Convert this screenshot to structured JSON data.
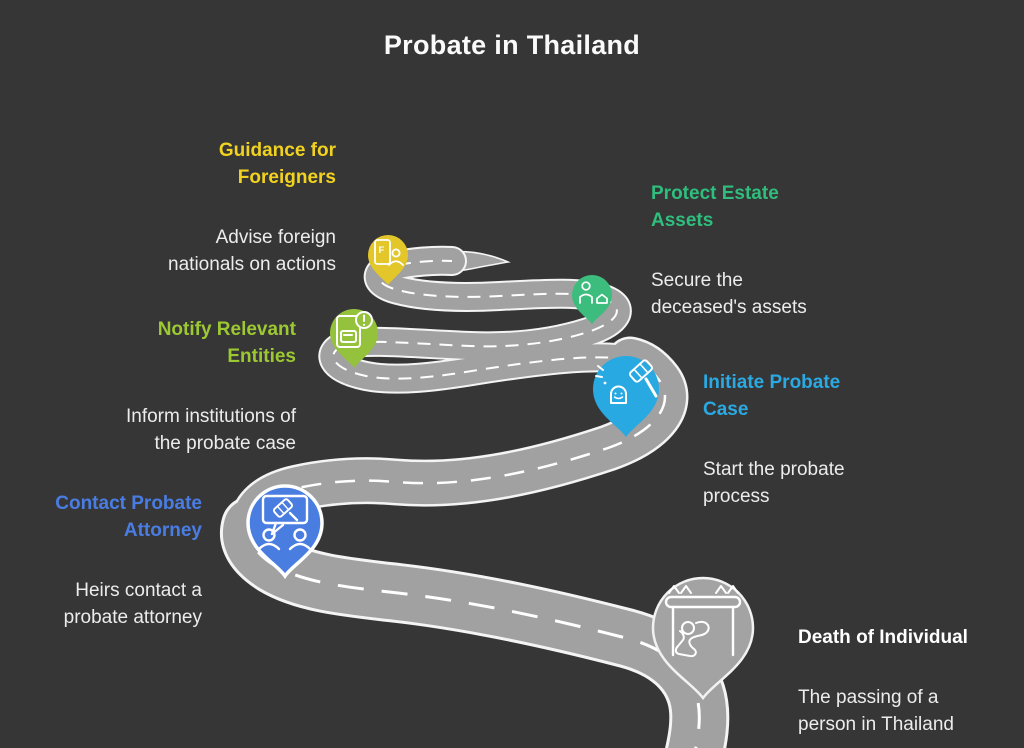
{
  "title": "Probate in Thailand",
  "background_color": "#363636",
  "road": {
    "surface_color": "#a1a1a1",
    "edge_color": "#f4f4f4",
    "dash_color": "#ffffff"
  },
  "steps": [
    {
      "name": "death-of-individual",
      "title": "Death of Individual",
      "description": "The passing of a\nperson in Thailand",
      "accent_color": "#ffffff",
      "pin_color": "#a3a3a3",
      "icon": "chalk-outline-icon"
    },
    {
      "name": "contact-probate-attorney",
      "title": "Contact Probate\nAttorney",
      "description": "Heirs contact a\nprobate attorney",
      "accent_color": "#4a7de4",
      "pin_color": "#4a7de0",
      "icon": "attorney-consultation-icon"
    },
    {
      "name": "initiate-probate-case",
      "title": "Initiate Probate\nCase",
      "description": "Start the probate\nprocess",
      "accent_color": "#2aa9e2",
      "pin_color": "#29a9e1",
      "icon": "gavel-tombstone-icon"
    },
    {
      "name": "notify-relevant-entities",
      "title": "Notify Relevant\nEntities",
      "description": "Inform institutions of\nthe probate case",
      "accent_color": "#9cc832",
      "pin_color": "#94c23d",
      "icon": "notification-document-icon"
    },
    {
      "name": "protect-estate-assets",
      "title": "Protect Estate\nAssets",
      "description": "Secure the\ndeceased's assets",
      "accent_color": "#2fbe7d",
      "pin_color": "#3cbd7e",
      "icon": "person-house-icon"
    },
    {
      "name": "guidance-for-foreigners",
      "title": "Guidance for\nForeigners",
      "description": "Advise foreign\nnationals on actions",
      "accent_color": "#f1d31f",
      "pin_color": "#e2c62a",
      "icon": "foreigner-passport-icon",
      "icon_letter": "F"
    }
  ]
}
